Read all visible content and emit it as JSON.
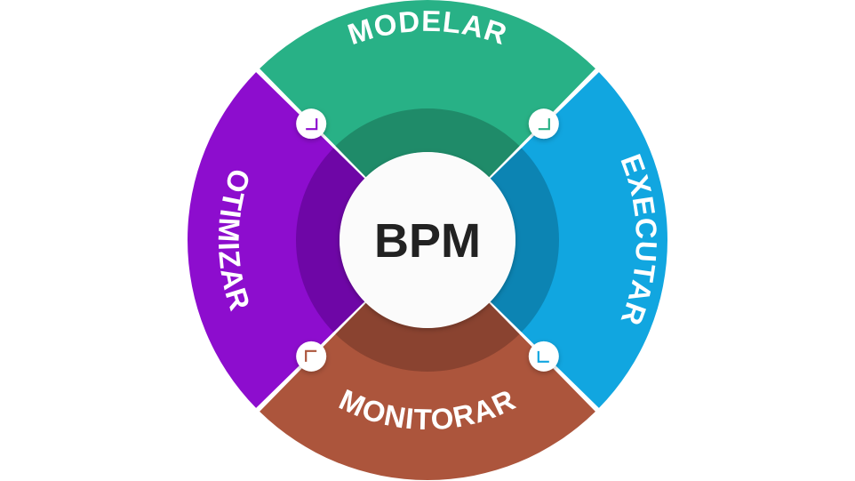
{
  "center": {
    "label": "BPM"
  },
  "segments": [
    {
      "key": "top",
      "label": "MODELAR",
      "color": "#28b186",
      "inner_color": "#1f8b69"
    },
    {
      "key": "right",
      "label": "EXECUTAR",
      "color": "#11a6e0",
      "inner_color": "#0c84b3"
    },
    {
      "key": "bottom",
      "label": "MONITORAR",
      "color": "#ac553c",
      "inner_color": "#8a4330"
    },
    {
      "key": "left",
      "label": "OTIMIZAR",
      "color": "#8d0dce",
      "inner_color": "#6e06a6"
    }
  ],
  "connectors": [
    {
      "key": "top-left",
      "icon": "corner-arrow-icon",
      "color": "#8d0dce"
    },
    {
      "key": "top-right",
      "icon": "corner-arrow-icon",
      "color": "#28b186"
    },
    {
      "key": "bottom-right",
      "icon": "corner-arrow-icon",
      "color": "#11a6e0"
    },
    {
      "key": "bottom-left",
      "icon": "corner-arrow-icon",
      "color": "#ac553c"
    }
  ]
}
